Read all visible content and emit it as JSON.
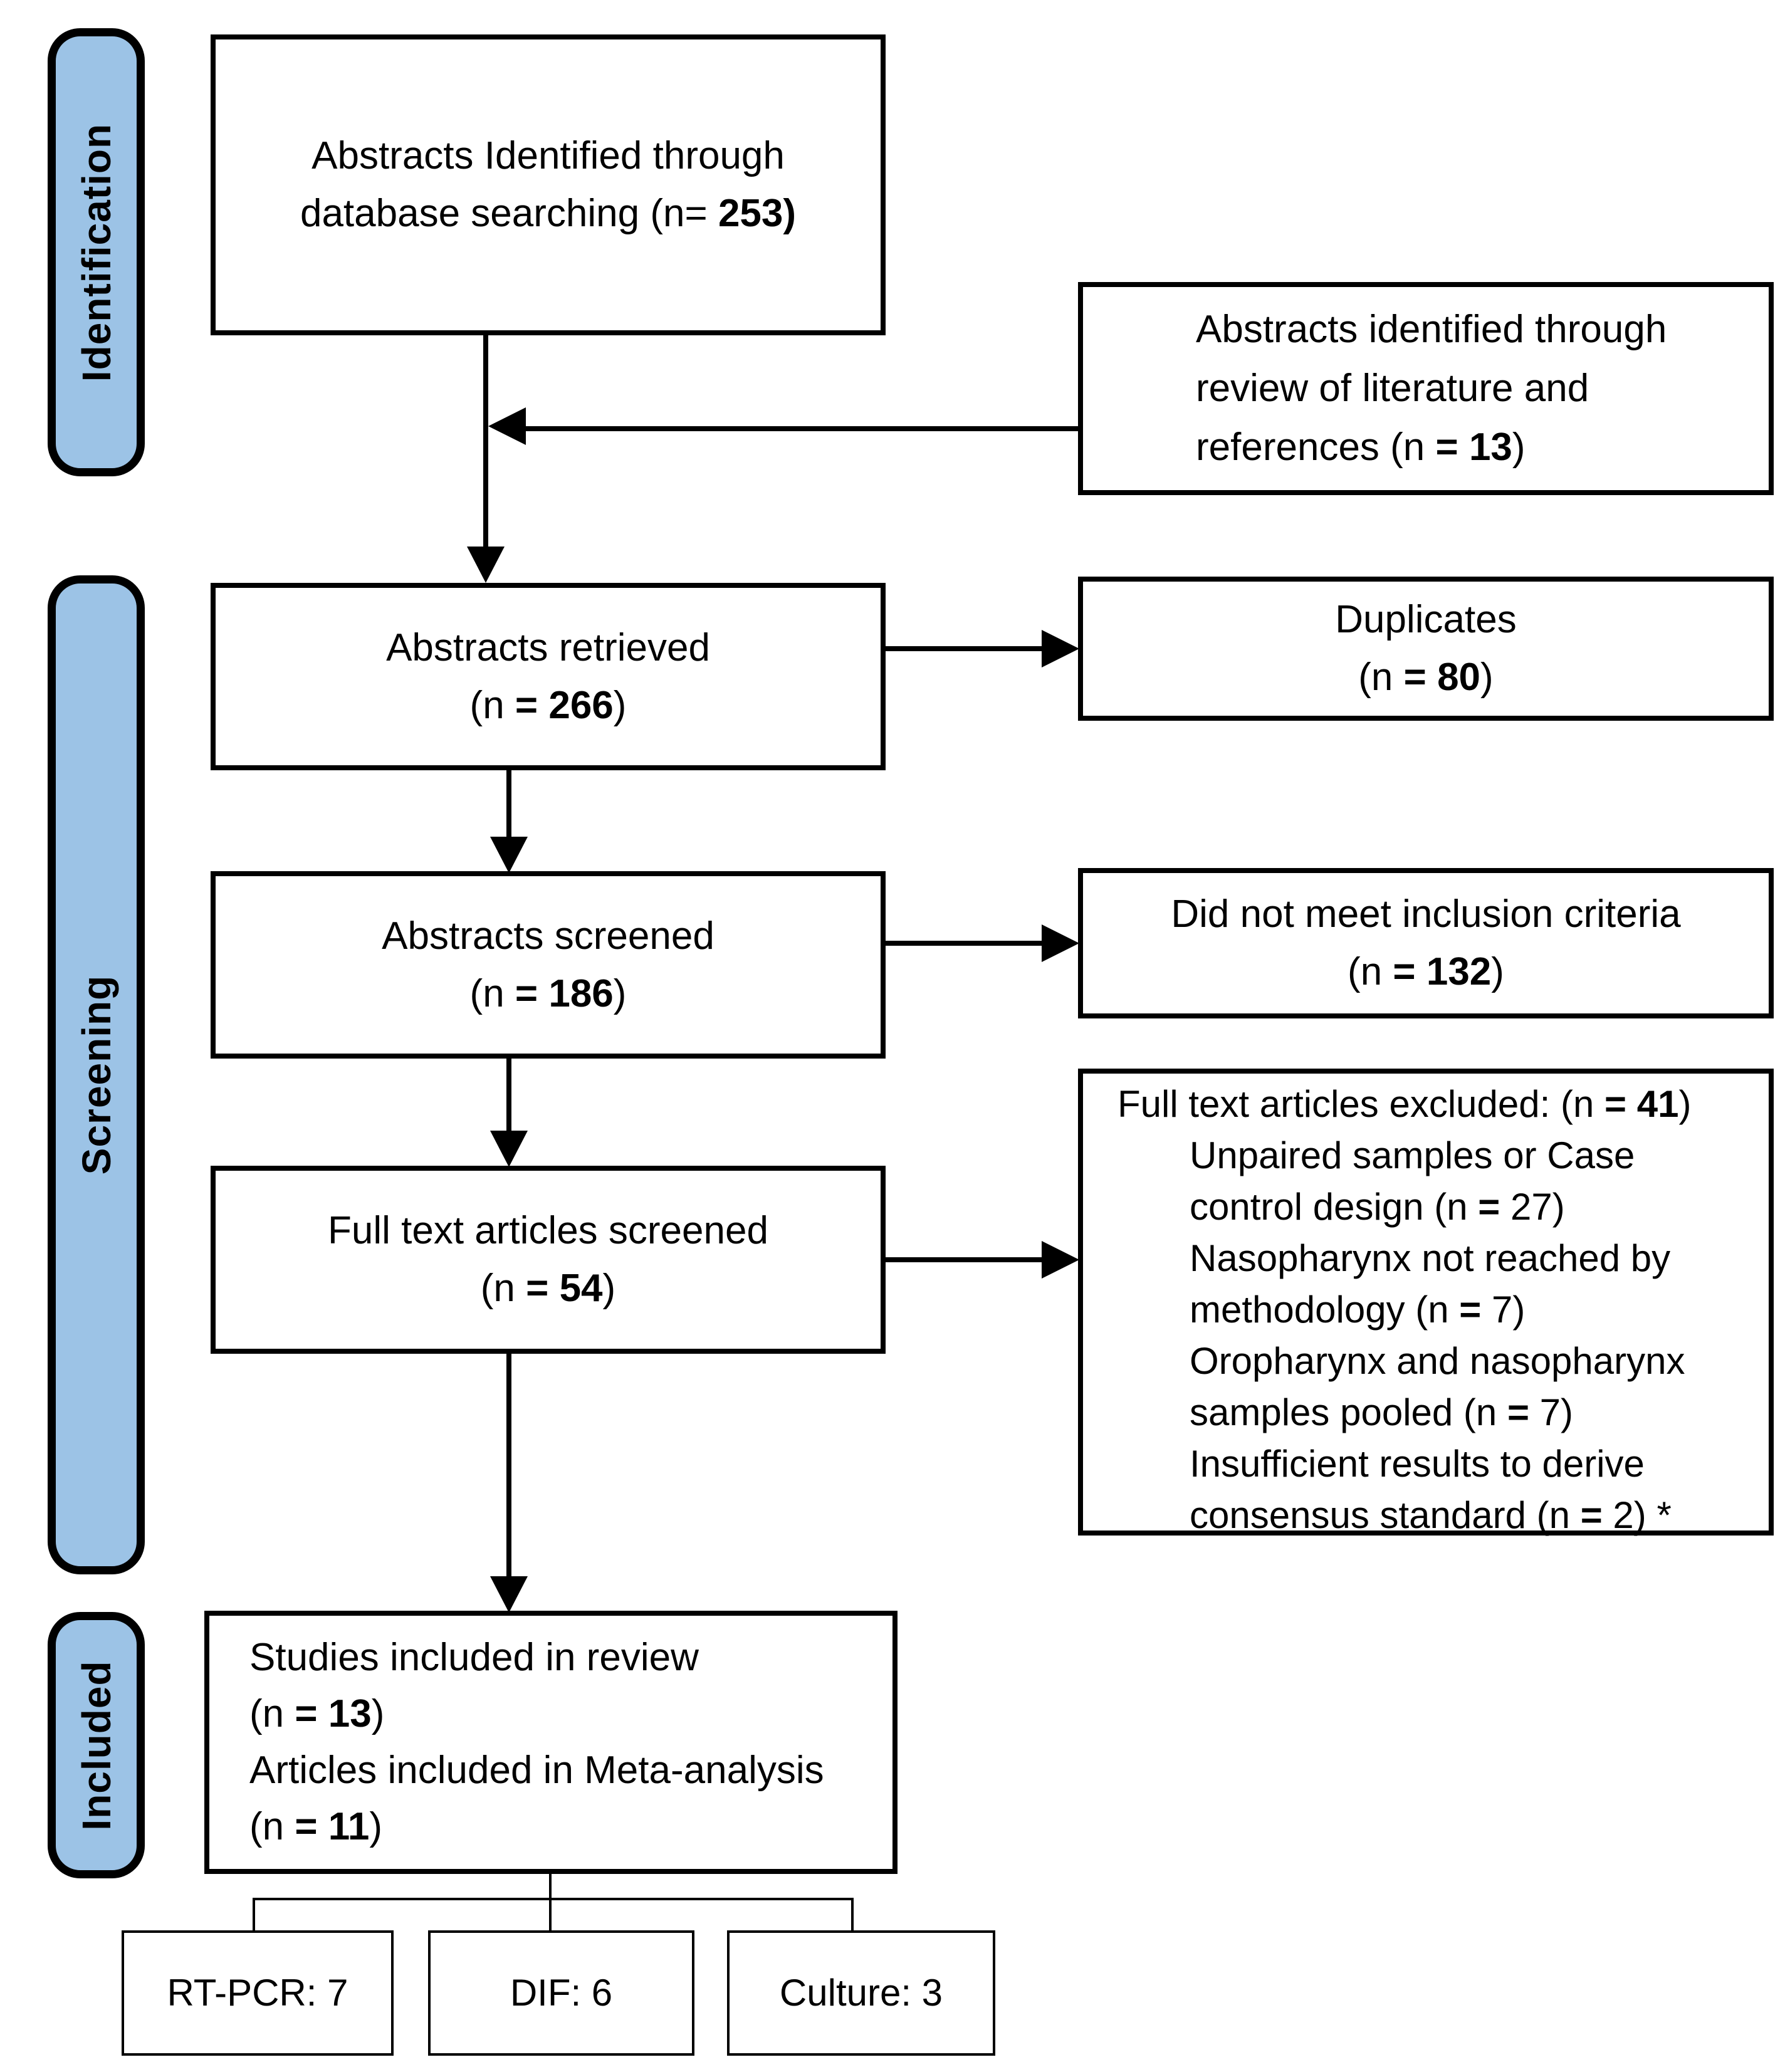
{
  "colors": {
    "stage_fill": "#9CC3E6",
    "line": "#000000",
    "box_border": "#000000"
  },
  "stage_labels": {
    "identification": "Identification",
    "screening": "Screening",
    "included": "Included"
  },
  "boxes": {
    "db_search": {
      "lines": [
        {
          "segs": [
            {
              "t": "Abstracts Identified through"
            }
          ]
        },
        {
          "segs": [
            {
              "t": "database searching (n= "
            },
            {
              "t": "253)",
              "b": true
            }
          ]
        }
      ]
    },
    "lit_review": {
      "lines": [
        {
          "segs": [
            {
              "t": "Abstracts identified through"
            }
          ]
        },
        {
          "segs": [
            {
              "t": "review of literature and"
            }
          ]
        },
        {
          "segs": [
            {
              "t": "references (n "
            },
            {
              "t": "= 13",
              "b": true
            },
            {
              "t": ")"
            }
          ]
        }
      ]
    },
    "retrieved": {
      "lines": [
        {
          "segs": [
            {
              "t": "Abstracts retrieved"
            }
          ]
        },
        {
          "segs": [
            {
              "t": "(n "
            },
            {
              "t": "= 266",
              "b": true
            },
            {
              "t": ")"
            }
          ]
        }
      ]
    },
    "duplicates": {
      "lines": [
        {
          "segs": [
            {
              "t": "Duplicates"
            }
          ]
        },
        {
          "segs": [
            {
              "t": "(n "
            },
            {
              "t": "= 80",
              "b": true
            },
            {
              "t": ")"
            }
          ]
        }
      ]
    },
    "screened": {
      "lines": [
        {
          "segs": [
            {
              "t": "Abstracts screened"
            }
          ]
        },
        {
          "segs": [
            {
              "t": "(n "
            },
            {
              "t": "= 186",
              "b": true
            },
            {
              "t": ")"
            }
          ]
        }
      ]
    },
    "not_inclusion": {
      "lines": [
        {
          "segs": [
            {
              "t": "Did not meet inclusion criteria"
            }
          ]
        },
        {
          "segs": [
            {
              "t": "(n "
            },
            {
              "t": "= 132",
              "b": true
            },
            {
              "t": ")"
            }
          ]
        }
      ]
    },
    "fulltext": {
      "lines": [
        {
          "segs": [
            {
              "t": "Full text articles screened"
            }
          ]
        },
        {
          "segs": [
            {
              "t": "(n "
            },
            {
              "t": "= 54",
              "b": true
            },
            {
              "t": ")"
            }
          ]
        }
      ]
    },
    "excluded": {
      "lines": [
        {
          "segs": [
            {
              "t": "Full text articles excluded: (n "
            },
            {
              "t": "= 41",
              "b": true
            },
            {
              "t": ")"
            }
          ]
        },
        {
          "indent": true,
          "segs": [
            {
              "t": "Unpaired samples or Case"
            }
          ]
        },
        {
          "indent": true,
          "segs": [
            {
              "t": "control design (n "
            },
            {
              "t": "=",
              "b": true
            },
            {
              "t": " 27)"
            }
          ]
        },
        {
          "indent": true,
          "segs": [
            {
              "t": "Nasopharynx not reached by"
            }
          ]
        },
        {
          "indent": true,
          "segs": [
            {
              "t": "methodology (n "
            },
            {
              "t": "=",
              "b": true
            },
            {
              "t": " 7)"
            }
          ]
        },
        {
          "indent": true,
          "segs": [
            {
              "t": "Oropharynx and nasopharynx"
            }
          ]
        },
        {
          "indent": true,
          "segs": [
            {
              "t": "samples pooled (n "
            },
            {
              "t": "=",
              "b": true
            },
            {
              "t": " 7)"
            }
          ]
        },
        {
          "indent": true,
          "segs": [
            {
              "t": "Insufficient results to derive"
            }
          ]
        },
        {
          "indent": true,
          "segs": [
            {
              "t": "consensus standard (n "
            },
            {
              "t": "=",
              "b": true
            },
            {
              "t": " 2) *"
            }
          ]
        }
      ]
    },
    "included_review": {
      "lines": [
        {
          "segs": [
            {
              "t": "Studies included in review"
            }
          ]
        },
        {
          "segs": [
            {
              "t": "(n "
            },
            {
              "t": "= 13",
              "b": true
            },
            {
              "t": ")"
            }
          ]
        },
        {
          "segs": [
            {
              "t": "Articles included in Meta-analysis"
            }
          ]
        },
        {
          "segs": [
            {
              "t": "(n "
            },
            {
              "t": "= 11",
              "b": true
            },
            {
              "t": ")"
            }
          ]
        }
      ]
    }
  },
  "bottom_boxes": {
    "rtpcr": "RT-PCR: 7",
    "dif": "DIF: 6",
    "culture": "Culture: 3"
  }
}
